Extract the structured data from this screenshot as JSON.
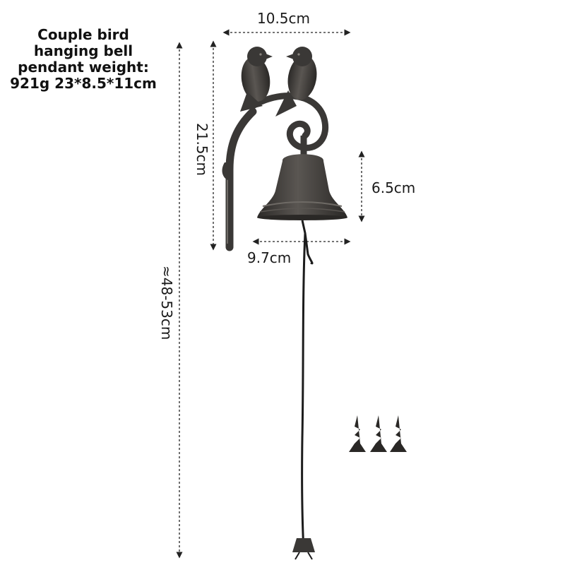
{
  "product": {
    "title_lines": [
      "Couple bird",
      "hanging bell",
      "pendant weight:",
      "921g 23*8.5*11cm"
    ]
  },
  "dimensions": {
    "top_width": "10.5cm",
    "bracket_height": "21.5cm",
    "bell_height": "6.5cm",
    "bell_width": "9.7cm",
    "total_length": "≈48-53cm"
  },
  "colors": {
    "iron": "#3a3836",
    "iron_highlight": "#6e6a65",
    "dim_line": "#222222",
    "rope": "#1c1c1c"
  },
  "icons": [
    "bird-icon",
    "bell-icon",
    "screw-icon"
  ]
}
